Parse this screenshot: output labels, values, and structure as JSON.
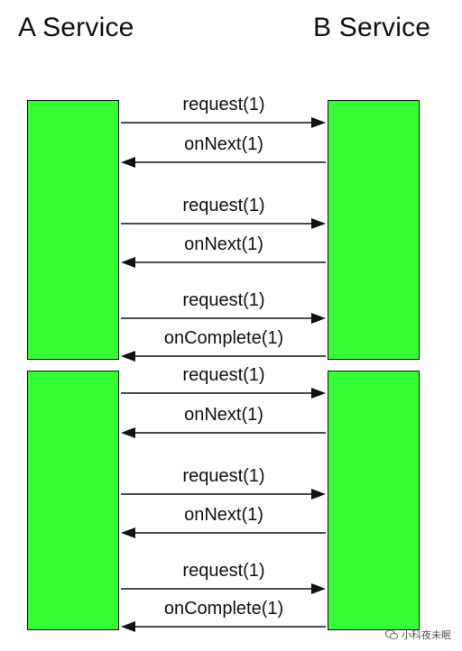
{
  "headings": {
    "a": "A Service",
    "b": "B Service"
  },
  "colors": {
    "box_fill": "#33ff33",
    "stroke": "#111111"
  },
  "exchanges": [
    {
      "messages": [
        {
          "label": "request(1)",
          "direction": "right"
        },
        {
          "label": "onNext(1)",
          "direction": "left"
        },
        {
          "label": "request(1)",
          "direction": "right"
        },
        {
          "label": "onNext(1)",
          "direction": "left"
        },
        {
          "label": "request(1)",
          "direction": "right"
        },
        {
          "label": "onComplete(1)",
          "direction": "left"
        }
      ]
    },
    {
      "messages": [
        {
          "label": "request(1)",
          "direction": "right"
        },
        {
          "label": "onNext(1)",
          "direction": "left"
        },
        {
          "label": "request(1)",
          "direction": "right"
        },
        {
          "label": "onNext(1)",
          "direction": "left"
        },
        {
          "label": "request(1)",
          "direction": "right"
        },
        {
          "label": "onComplete(1)",
          "direction": "left"
        }
      ]
    }
  ],
  "watermark": {
    "icon": "chat-bubbles-icon",
    "text": "小科夜未眠"
  }
}
